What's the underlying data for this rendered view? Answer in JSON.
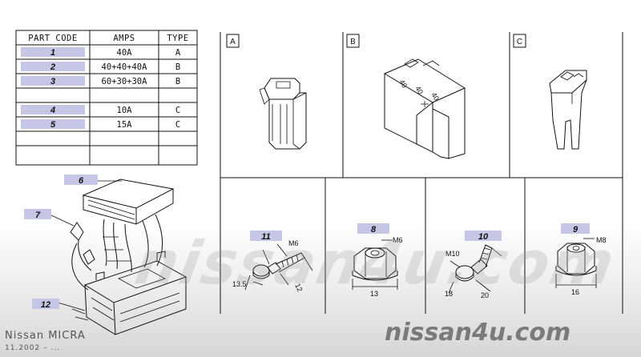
{
  "table": {
    "headers": [
      "PART CODE",
      "AMPS",
      "TYPE"
    ],
    "rows": [
      {
        "code": "1",
        "amps": "40A",
        "type": "A"
      },
      {
        "code": "2",
        "amps": "40+40+40A",
        "type": "B"
      },
      {
        "code": "3",
        "amps": "60+30+30A",
        "type": "B"
      },
      {
        "code": "",
        "amps": "",
        "type": ""
      },
      {
        "code": "4",
        "amps": "10A",
        "type": "C"
      },
      {
        "code": "5",
        "amps": "15A",
        "type": "C"
      },
      {
        "code": "",
        "amps": "",
        "type": ""
      },
      {
        "code": "",
        "amps": "",
        "type": ""
      }
    ],
    "highlight_color": "#c6c6e6"
  },
  "fuse_types": {
    "a": "A",
    "b": "B",
    "c": "C",
    "b_markings": [
      "40",
      "40",
      "40"
    ]
  },
  "callouts": {
    "p6": "6",
    "p7": "7",
    "p12": "12",
    "p11": "11",
    "p8": "8",
    "p10": "10",
    "p9": "9"
  },
  "dimensions": {
    "p11_thread": "M6",
    "p11_d1": "13.5",
    "p11_d2": "12",
    "p8_thread": "M6",
    "p8_d1": "13",
    "p10_thread": "M10",
    "p10_d1": "18",
    "p10_d2": "20",
    "p9_thread": "M8",
    "p9_d1": "16"
  },
  "footer": {
    "model": "Nissan  MICRA",
    "date": "11.2002  –  ..."
  },
  "brand": {
    "text": "nissan4u.com"
  }
}
